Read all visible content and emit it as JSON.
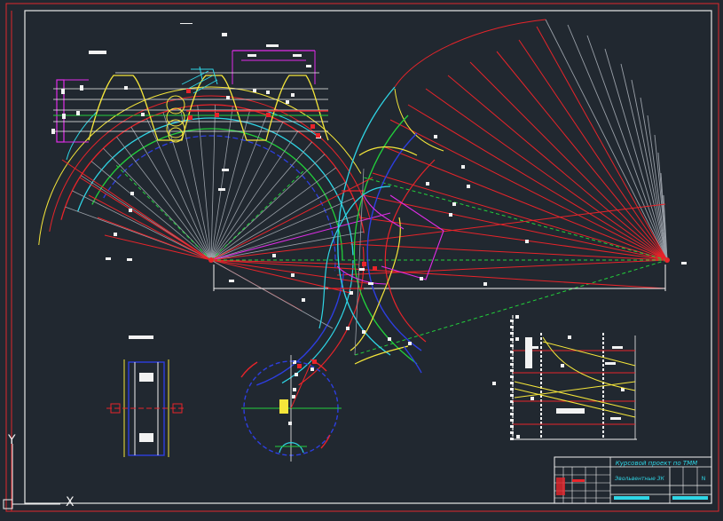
{
  "title_block": {
    "title_line1": "Курсовой проект по ТММ",
    "title_line2": "Эвольвентные ЗК",
    "sheet_label": "N"
  },
  "axis_labels": {
    "ucs_y": "Y",
    "ucs_x": "X"
  },
  "colors": {
    "background": "#212830",
    "frame": "#e0292c",
    "red": "#e8242a",
    "yellow": "#f5e63a",
    "cyan": "#2fd6e6",
    "green": "#22d13b",
    "blue": "#2d3ee0",
    "magenta": "#e02de8",
    "white": "#f2f2f2",
    "gray": "#9aa0a8"
  }
}
